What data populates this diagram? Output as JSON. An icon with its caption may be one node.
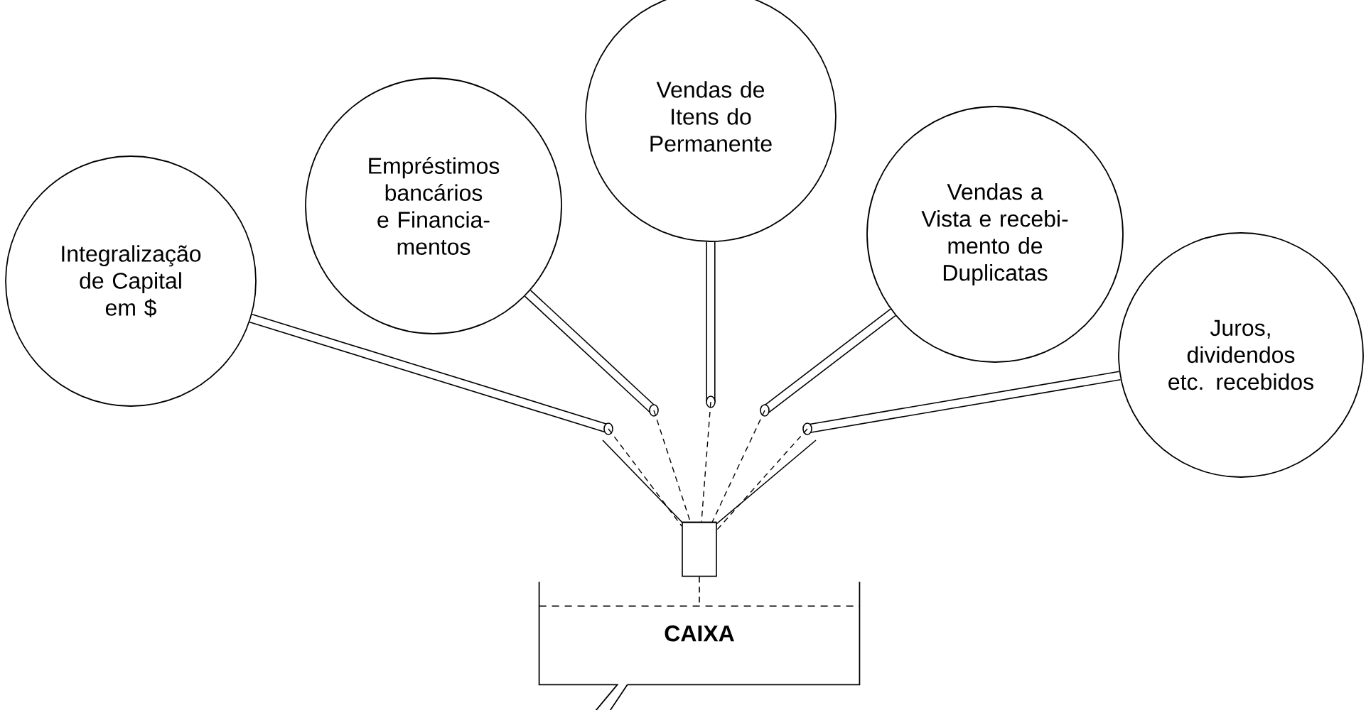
{
  "diagram": {
    "nodes": [
      {
        "text": [
          "Integralização de Capital em $"
        ]
      },
      {
        "text": [
          "Empréstimos bancários e Financia- mentos"
        ]
      },
      {
        "text": [
          "Vendas de Itens do Permanente"
        ]
      },
      {
        "text": [
          "Vendas a Vista e recebi- mento de Duplicatas"
        ]
      },
      {
        "text": [
          "Juros, dividendos etc. recebidos"
        ]
      },
      {
        "text": [],
        "shape": "cylinder"
      },
      {
        "text": [
          "CAIXA"
        ]
      }
    ],
    "edges": [
      {
        "from": 0,
        "to": 5,
        "arrow": "none"
      },
      {
        "from": 1,
        "to": 5,
        "arrow": "none"
      },
      {
        "from": 2,
        "to": 5,
        "arrow": "none"
      },
      {
        "from": 3,
        "to": 5,
        "arrow": "none"
      },
      {
        "from": 4,
        "to": 5,
        "arrow": "none"
      },
      {
        "from": 5,
        "to": 6,
        "arrow": "none",
        "style": "dashed"
      }
    ]
  }
}
